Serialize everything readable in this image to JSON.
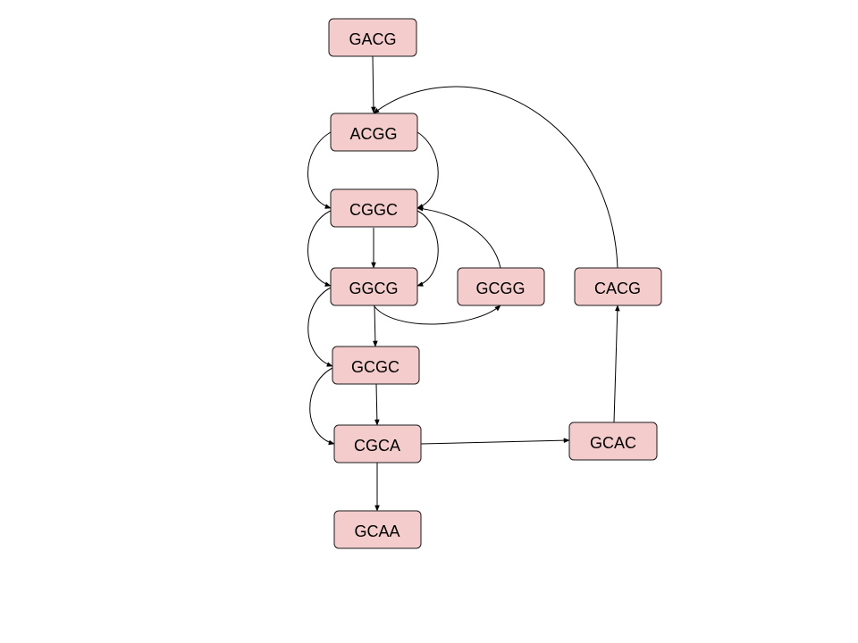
{
  "diagram": {
    "node_fill": "#f4cccc",
    "node_stroke": "#1a1a1a",
    "edge_color": "#000000",
    "nodes": {
      "GACG": "GACG",
      "ACGG": "ACGG",
      "CGGC": "CGGC",
      "GGCG": "GGCG",
      "GCGG": "GCGG",
      "CACG": "CACG",
      "GCGC": "GCGC",
      "CGCA": "CGCA",
      "GCAC": "GCAC",
      "GCAA": "GCAA"
    },
    "edges": [
      {
        "from": "GACG",
        "to": "ACGG"
      },
      {
        "from": "ACGG",
        "to": "CGGC"
      },
      {
        "from": "ACGG",
        "to": "CGGC"
      },
      {
        "from": "CGGC",
        "to": "GGCG"
      },
      {
        "from": "CGGC",
        "to": "GGCG"
      },
      {
        "from": "CGGC",
        "to": "GGCG"
      },
      {
        "from": "GGCG",
        "to": "GCGG"
      },
      {
        "from": "GCGG",
        "to": "CGGC"
      },
      {
        "from": "GGCG",
        "to": "GCGC"
      },
      {
        "from": "GGCG",
        "to": "GCGC"
      },
      {
        "from": "GCGC",
        "to": "CGCA"
      },
      {
        "from": "GCGC",
        "to": "CGCA"
      },
      {
        "from": "CGCA",
        "to": "GCAA"
      },
      {
        "from": "CGCA",
        "to": "GCAC"
      },
      {
        "from": "GCAC",
        "to": "CACG"
      },
      {
        "from": "CACG",
        "to": "ACGG"
      }
    ]
  }
}
